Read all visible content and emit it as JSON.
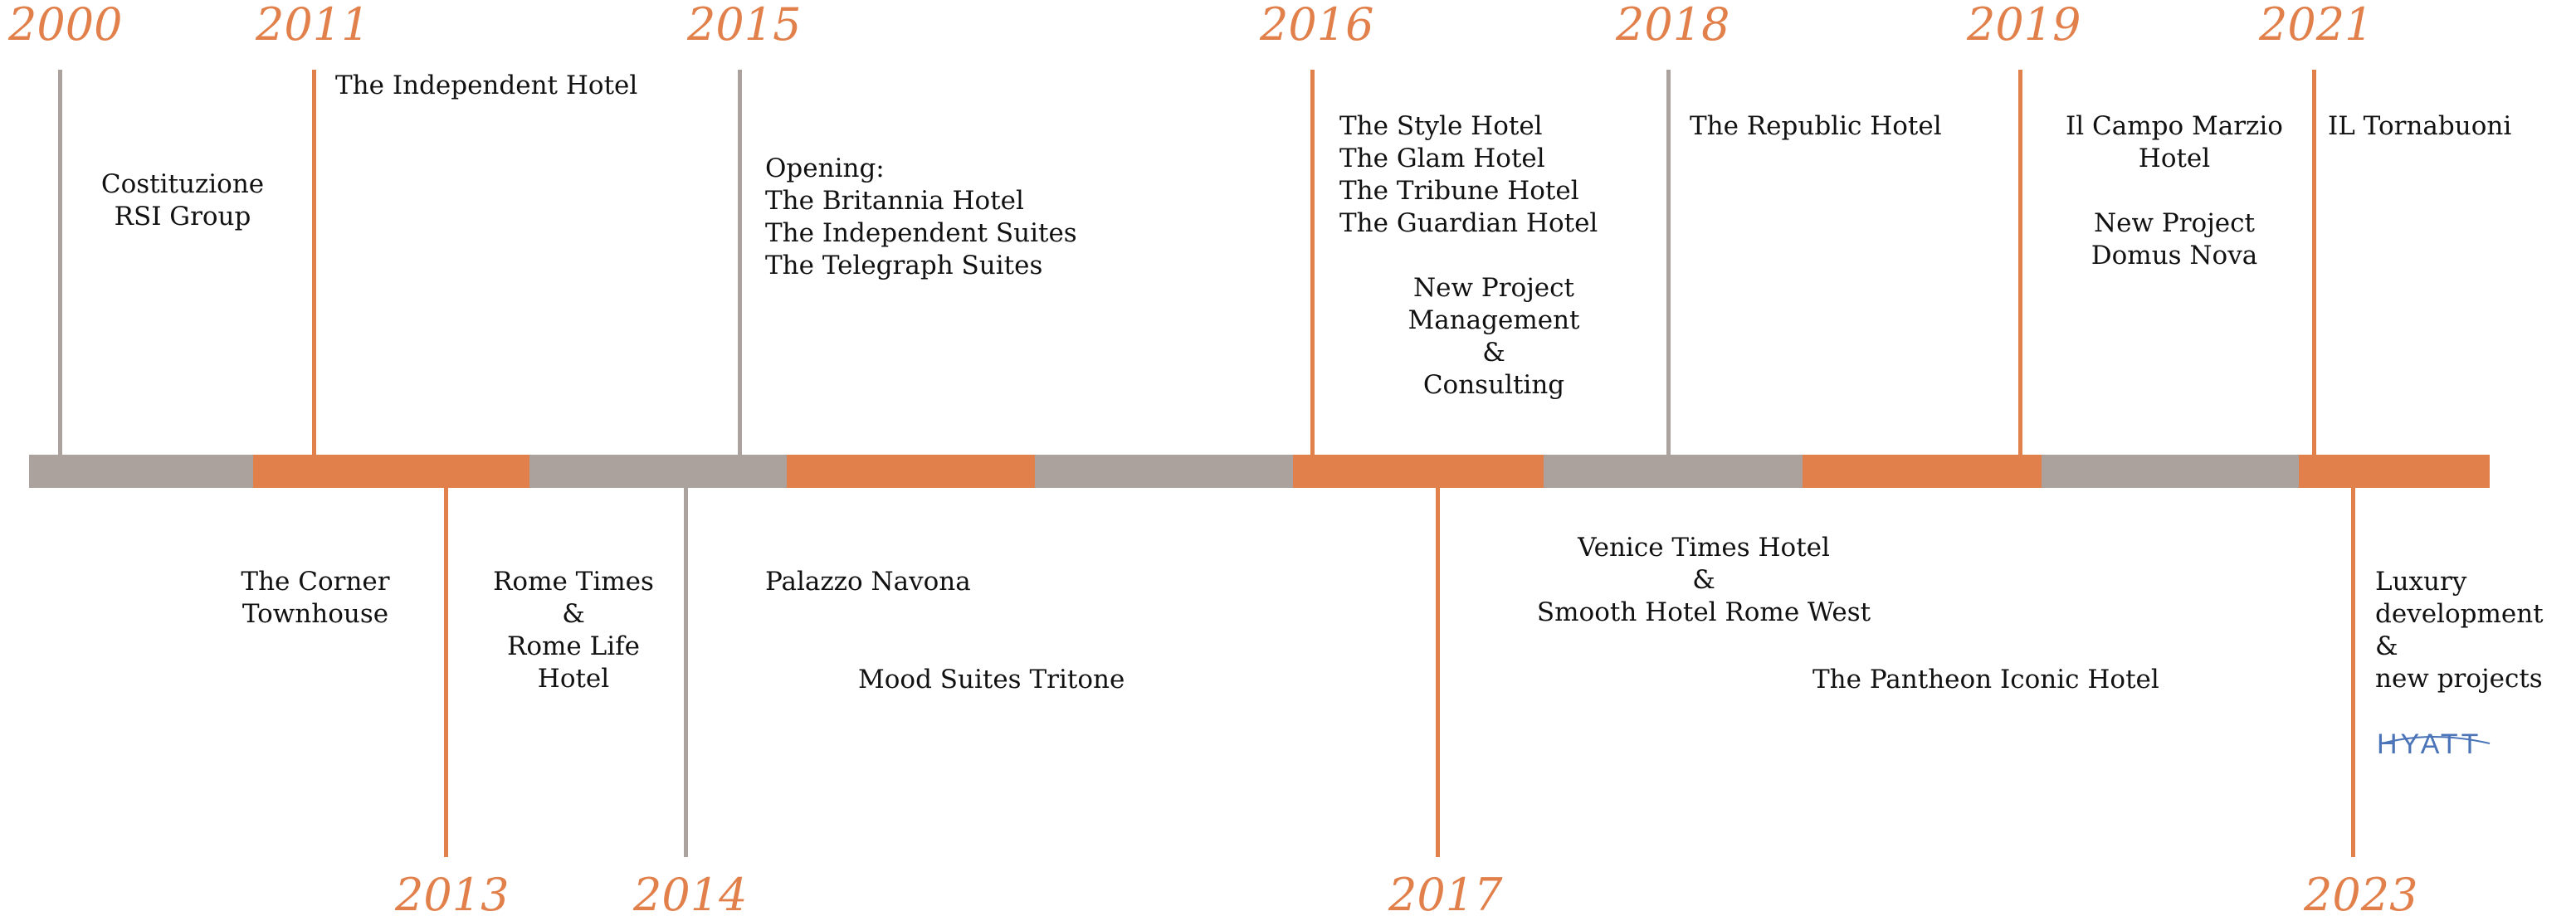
{
  "colors": {
    "accent": "#E2804B",
    "grey": "#ABA19D",
    "text": "#111111",
    "logo": "#4A73B8"
  },
  "timeline": {
    "bar": [
      "grey",
      "orange",
      "grey",
      "orange",
      "grey",
      "orange",
      "grey",
      "orange",
      "grey",
      "orange"
    ],
    "milestones": [
      {
        "id": "2000",
        "year": "2000",
        "side": "top",
        "color": "grey",
        "blocks": [
          [
            "Costituzione",
            "RSI Group"
          ]
        ]
      },
      {
        "id": "2011",
        "year": "2011",
        "side": "top",
        "color": "orange",
        "blocks": [
          [
            "The Independent Hotel"
          ]
        ]
      },
      {
        "id": "2013",
        "year": "2013",
        "side": "bottom",
        "color": "orange",
        "blocks": [
          [
            "The Corner",
            "Townhouse"
          ]
        ]
      },
      {
        "id": "2014",
        "year": "2014",
        "side": "bottom",
        "color": "grey",
        "blocks": [
          [
            "Rome Times",
            "&",
            "Rome Life",
            "Hotel"
          ],
          [
            "Palazzo Navona"
          ],
          [
            "Mood Suites Tritone"
          ]
        ]
      },
      {
        "id": "2015",
        "year": "2015",
        "side": "top",
        "color": "grey",
        "blocks": [
          [
            "Opening:",
            "The Britannia Hotel",
            "The Independent Suites",
            "The Telegraph Suites"
          ]
        ]
      },
      {
        "id": "2016",
        "year": "2016",
        "side": "top",
        "color": "orange",
        "blocks": [
          [
            "The Style Hotel",
            "The Glam Hotel",
            "The Tribune Hotel",
            "The Guardian Hotel"
          ],
          [
            "New Project",
            "Management",
            "&",
            "Consulting"
          ]
        ]
      },
      {
        "id": "2017",
        "year": "2017",
        "side": "bottom",
        "color": "orange",
        "blocks": [
          [
            "Venice Times Hotel",
            "&",
            "Smooth Hotel Rome West"
          ],
          [
            "The Pantheon Iconic Hotel"
          ]
        ]
      },
      {
        "id": "2018",
        "year": "2018",
        "side": "top",
        "color": "grey",
        "blocks": [
          [
            "The Republic Hotel"
          ]
        ]
      },
      {
        "id": "2019",
        "year": "2019",
        "side": "top",
        "color": "orange",
        "blocks": [
          [
            "Il Campo Marzio",
            "Hotel",
            "",
            "New Project",
            "Domus Nova"
          ]
        ]
      },
      {
        "id": "2021",
        "year": "2021",
        "side": "top",
        "color": "orange",
        "blocks": [
          [
            "IL Tornabuoni"
          ]
        ]
      },
      {
        "id": "2023",
        "year": "2023",
        "side": "bottom",
        "color": "orange",
        "blocks": [
          [
            "Luxury",
            "development",
            "&",
            "new projects"
          ]
        ],
        "logo": {
          "text": "HYATT",
          "icon": "hyatt-logo"
        }
      }
    ]
  }
}
